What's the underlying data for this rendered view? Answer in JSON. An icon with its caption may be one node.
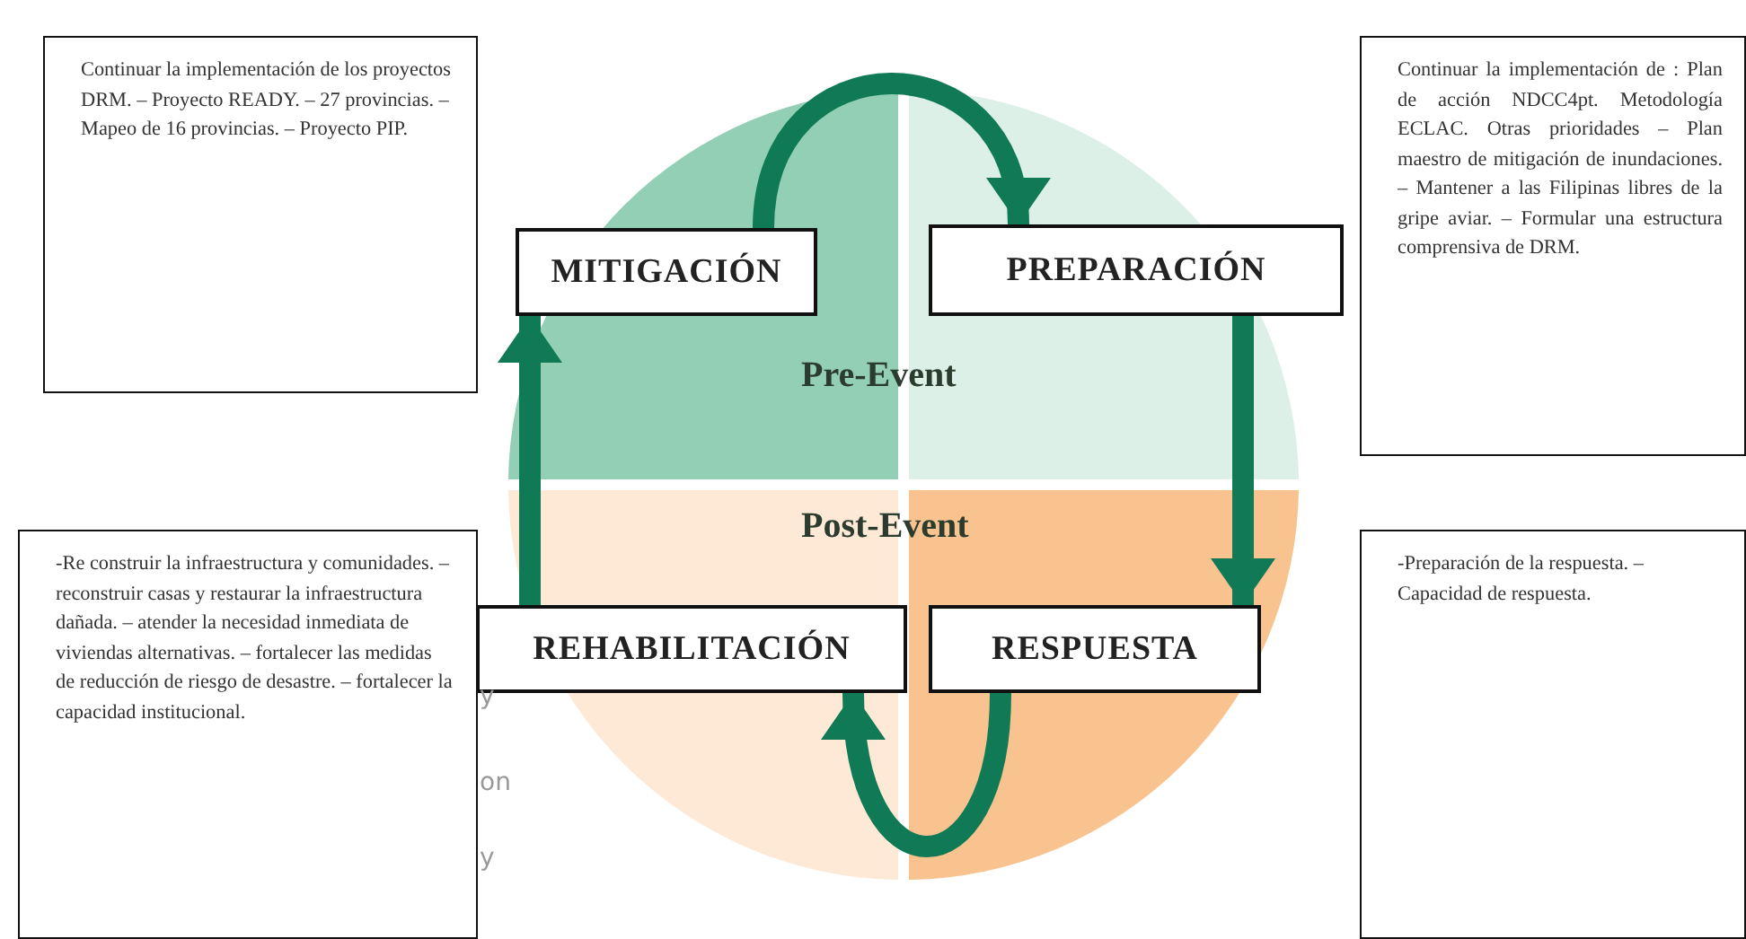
{
  "diagram": {
    "nodes": [
      {
        "text": [
          "Continuar la implementación de los proyectos DRM. – Proyecto READY. – 27 provincias. – Mapeo de 16 provincias. – Proyecto PIP."
        ]
      },
      {
        "text": [
          "MITIGACIÓN"
        ]
      },
      {
        "text": [
          "PREPARACIÓN"
        ]
      },
      {
        "text": [
          "Continuar la implementación de : Plan de acción NDCC4pt. Metodología ECLAC. Otras prioridades – Plan maestro de mitigación de inundaciones. – Mantener a las Filipinas libres de la gripe aviar. – Formular una estructura comprensiva de DRM."
        ]
      },
      {
        "text": [
          "-Re construir la infraestructura y comunidades. –reconstruir casas y restaurar la infraestructura dañada. – atender la necesidad inmediata de viviendas alternativas. – fortalecer las medidas de reducción de riesgo de desastre. – fortalecer la capacidad institucional."
        ]
      },
      {
        "text": [
          "REHABILITACIÓN"
        ]
      },
      {
        "text": [
          "RESPUESTA"
        ]
      },
      {
        "text": [
          "-Preparación de la respuesta. – Capacidad de respuesta."
        ]
      }
    ],
    "edges": [
      {
        "from": 1,
        "to": 2,
        "arrow": "to"
      },
      {
        "from": 2,
        "to": 6,
        "arrow": "to"
      },
      {
        "from": 6,
        "to": 5,
        "arrow": "to"
      },
      {
        "from": 5,
        "to": 1,
        "arrow": "to"
      }
    ],
    "labels": [
      "Pre-Event",
      "Post-Event",
      "y",
      "on",
      "y"
    ]
  }
}
